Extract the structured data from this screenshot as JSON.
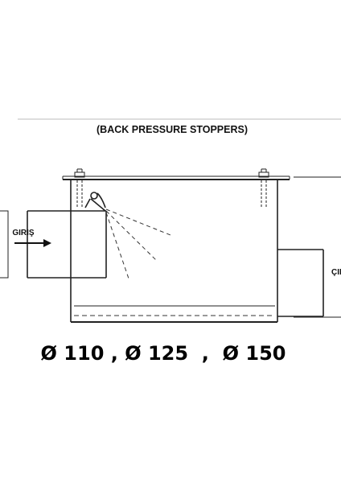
{
  "title": "(BACK PRESSURE STOPPERS)",
  "inlet_label": "GIRIŞ",
  "outlet_label": "ÇIK",
  "sizes": "Ø 110 , Ø 125  ,  Ø 150",
  "colors": {
    "line": "#222222",
    "dashes": "#333333",
    "top_rule": "#bbbbbb"
  }
}
